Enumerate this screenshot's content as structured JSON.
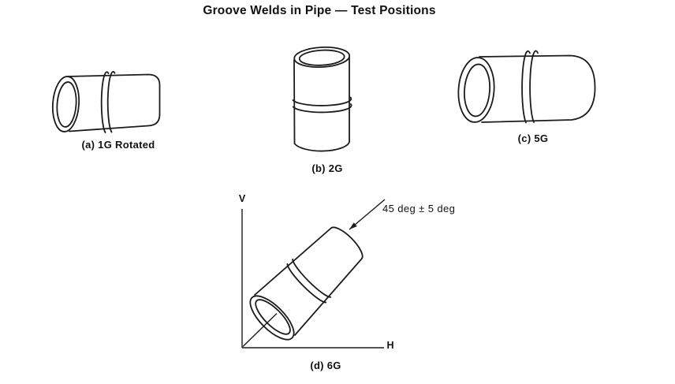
{
  "title": "Groove Welds in Pipe — Test Positions",
  "figures": {
    "a": {
      "caption": "(a) 1G Rotated"
    },
    "b": {
      "caption": "(b) 2G"
    },
    "c": {
      "caption": "(c) 5G"
    },
    "d": {
      "caption": "(d) 6G",
      "v_label": "V",
      "h_label": "H",
      "angle_note": "45 deg ± 5 deg"
    }
  },
  "colors": {
    "line": "#1c1c1c",
    "text": "#111111",
    "background": "#ffffff"
  }
}
